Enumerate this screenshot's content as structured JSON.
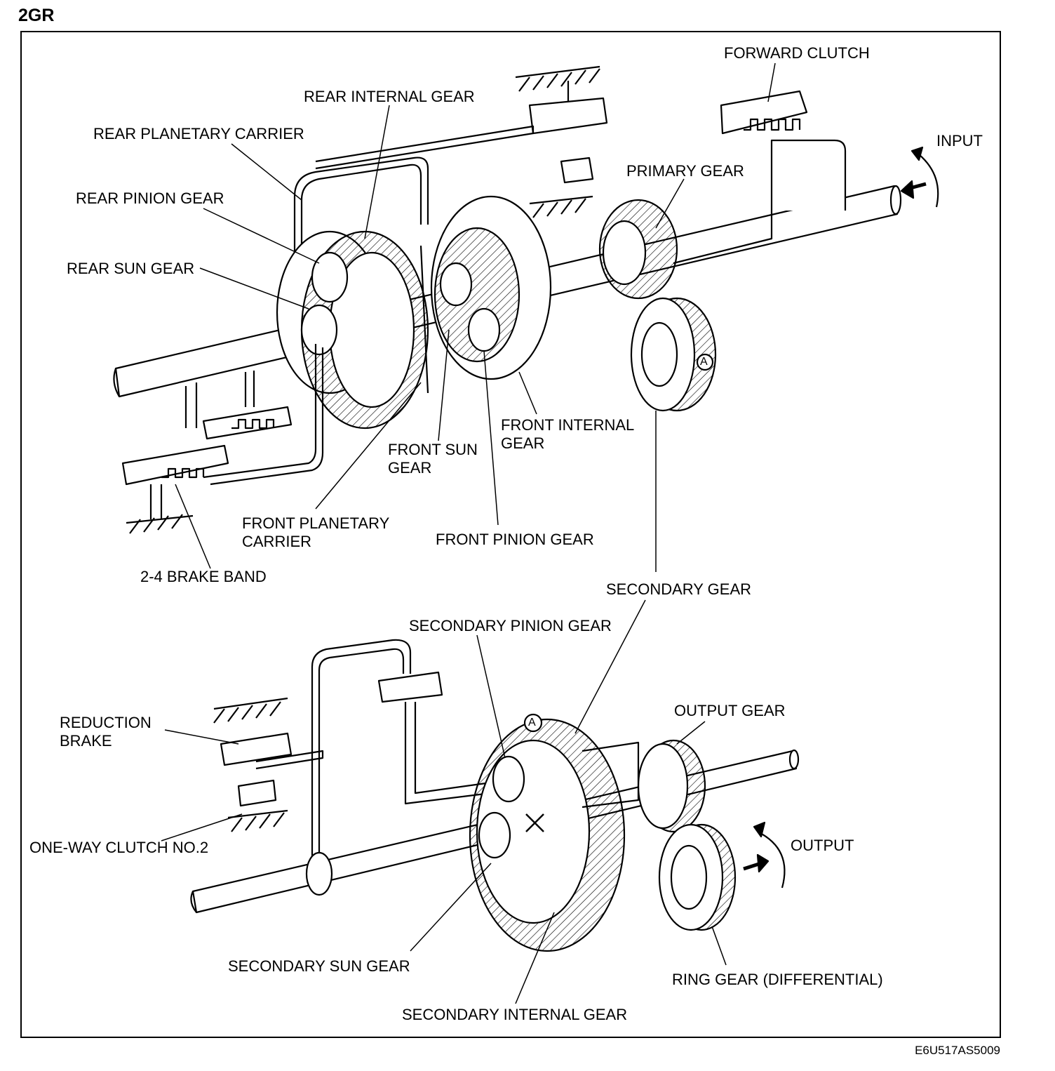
{
  "header": {
    "title": "2GR"
  },
  "footer": {
    "code": "E6U517AS5009"
  },
  "labels": {
    "forward_clutch": "FORWARD CLUTCH",
    "rear_internal_gear": "REAR INTERNAL GEAR",
    "rear_planetary_carrier": "REAR PLANETARY CARRIER",
    "input": "INPUT",
    "primary_gear": "PRIMARY GEAR",
    "rear_pinion_gear": "REAR PINION GEAR",
    "rear_sun_gear": "REAR SUN GEAR",
    "front_internal_gear_1": "FRONT INTERNAL",
    "front_internal_gear_2": "GEAR",
    "front_sun_gear_1": "FRONT SUN",
    "front_sun_gear_2": "GEAR",
    "front_planetary_carrier_1": "FRONT PLANETARY",
    "front_planetary_carrier_2": "CARRIER",
    "front_pinion_gear": "FRONT PINION GEAR",
    "brake_band": "2-4 BRAKE BAND",
    "secondary_gear": "SECONDARY GEAR",
    "secondary_pinion_gear": "SECONDARY PINION GEAR",
    "reduction_brake_1": "REDUCTION",
    "reduction_brake_2": "BRAKE",
    "output_gear": "OUTPUT GEAR",
    "output": "OUTPUT",
    "one_way_clutch": "ONE-WAY CLUTCH NO.2",
    "secondary_sun_gear": "SECONDARY SUN GEAR",
    "ring_gear": "RING GEAR (DIFFERENTIAL)",
    "secondary_internal_gear": "SECONDARY INTERNAL GEAR",
    "marker_a": "A"
  }
}
